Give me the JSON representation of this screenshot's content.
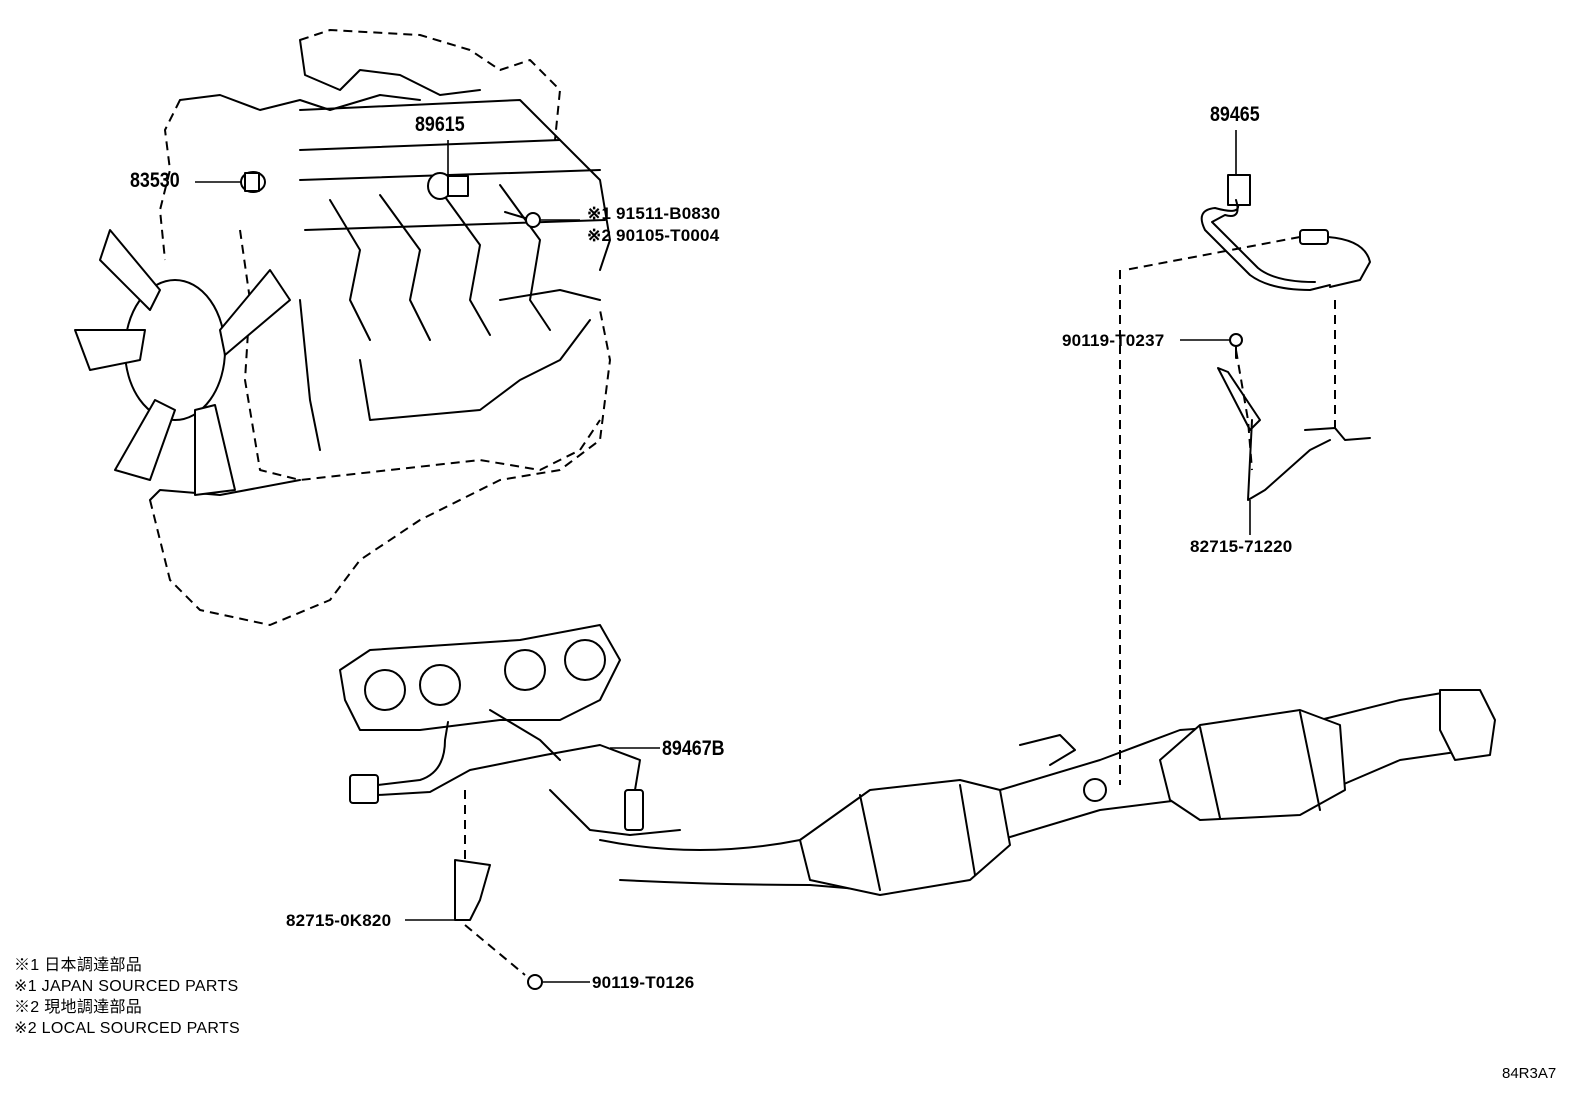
{
  "parts": {
    "p83530": "83530",
    "p89615": "89615",
    "p91511": "※1 91511-B0830",
    "p90105": "※2 90105-T0004",
    "p89465": "89465",
    "p90119a": "90119-T0237",
    "p82715a": "82715-71220",
    "p89467": "89467B",
    "p82715b": "82715-0K820",
    "p90119b": "90119-T0126"
  },
  "notes": [
    "※1 日本調達部品",
    "※1 JAPAN SOURCED PARTS",
    "※2 現地調達部品",
    "※2 LOCAL SOURCED PARTS"
  ],
  "diagram_ref": "84R3A7"
}
